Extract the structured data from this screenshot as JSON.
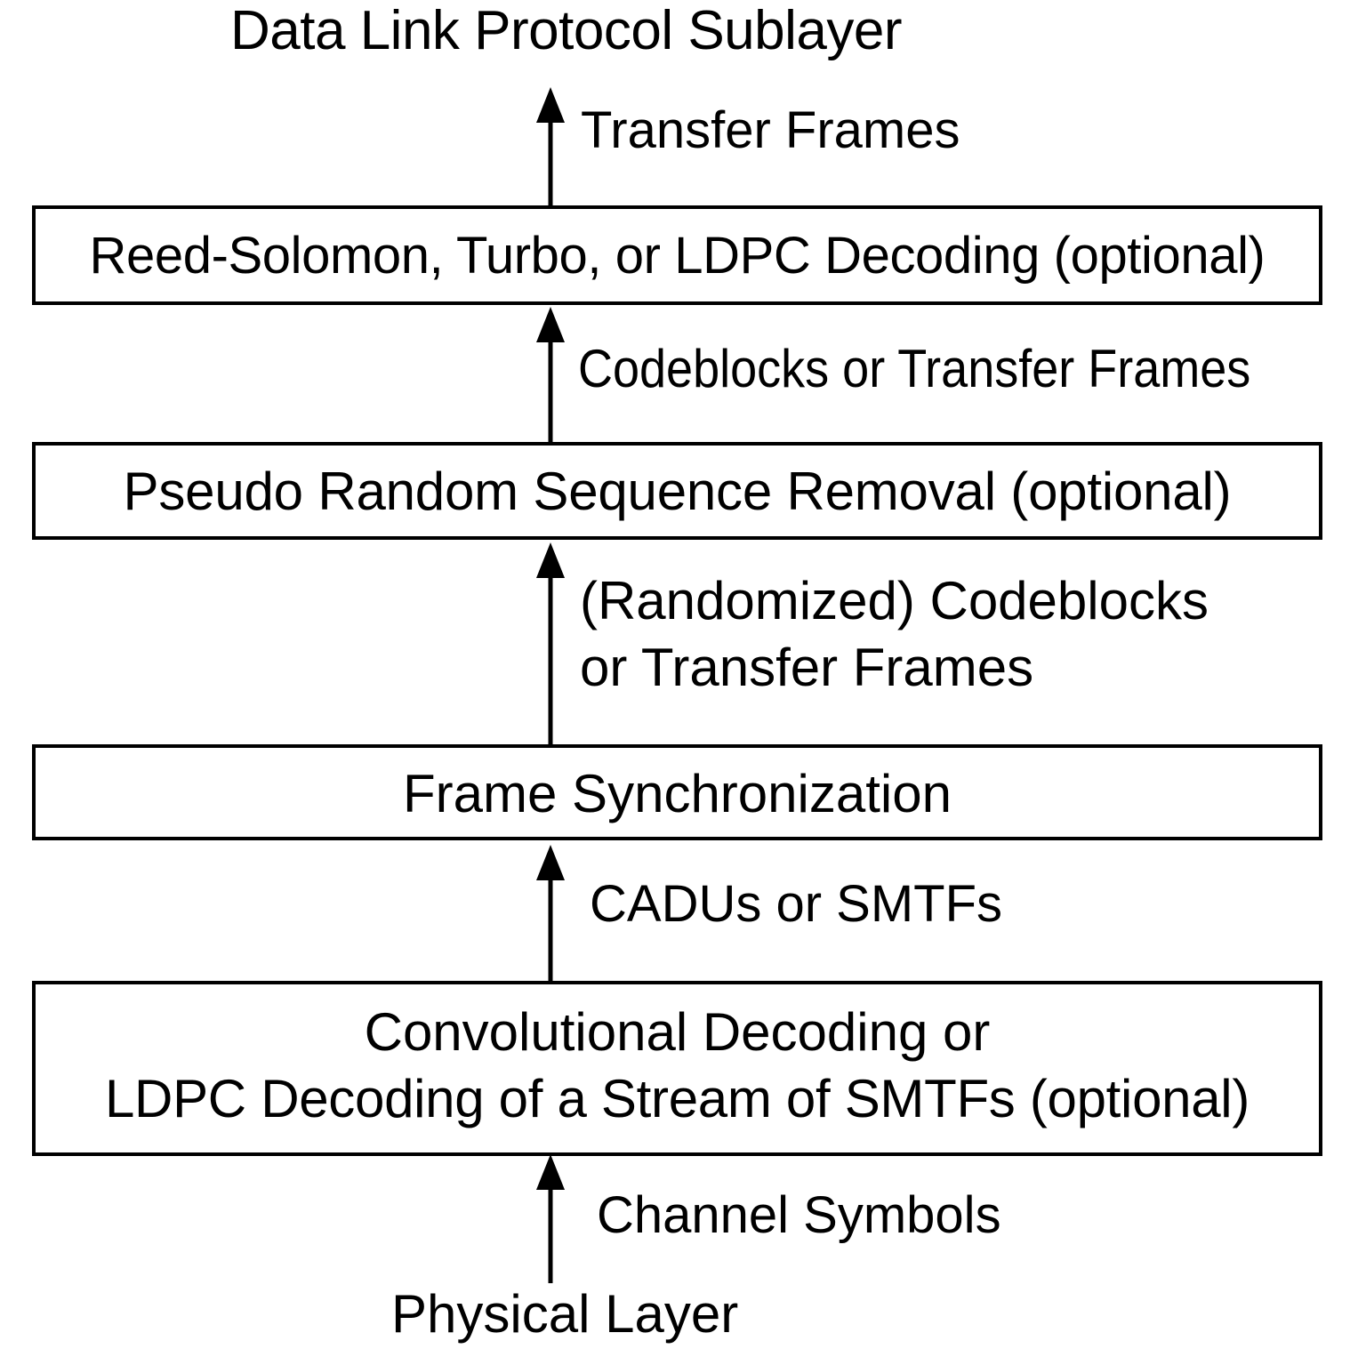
{
  "diagram": {
    "title": "Data Link Protocol Sublayer",
    "bottom_layer": "Physical Layer",
    "colors": {
      "stroke": "#000000",
      "background": "#ffffff",
      "text": "#000000"
    },
    "flow_direction": "upward",
    "boxes": [
      {
        "id": "rs-turbo-ldpc-decoding",
        "lines": [
          "Reed-Solomon, Turbo, or LDPC Decoding (optional)"
        ],
        "optional": true
      },
      {
        "id": "pseudo-random-sequence-removal",
        "lines": [
          "Pseudo Random Sequence Removal (optional)"
        ],
        "optional": true
      },
      {
        "id": "frame-synchronization",
        "lines": [
          "Frame Synchronization"
        ],
        "optional": false
      },
      {
        "id": "convolutional-ldpc-decoding",
        "lines": [
          "Convolutional Decoding or",
          "LDPC Decoding of a Stream of SMTFs (optional)"
        ],
        "optional": true
      }
    ],
    "arrow_labels": [
      {
        "id": "transfer-frames",
        "lines": [
          "Transfer Frames"
        ]
      },
      {
        "id": "codeblocks-or-transfer-frames",
        "lines": [
          "Codeblocks or Transfer Frames"
        ]
      },
      {
        "id": "randomized-codeblocks-or-transfer-frames",
        "lines": [
          "(Randomized) Codeblocks",
          "or Transfer Frames"
        ]
      },
      {
        "id": "cadus-or-smtfs",
        "lines": [
          "CADUs or SMTFs"
        ]
      },
      {
        "id": "channel-symbols",
        "lines": [
          "Channel Symbols"
        ]
      }
    ]
  }
}
